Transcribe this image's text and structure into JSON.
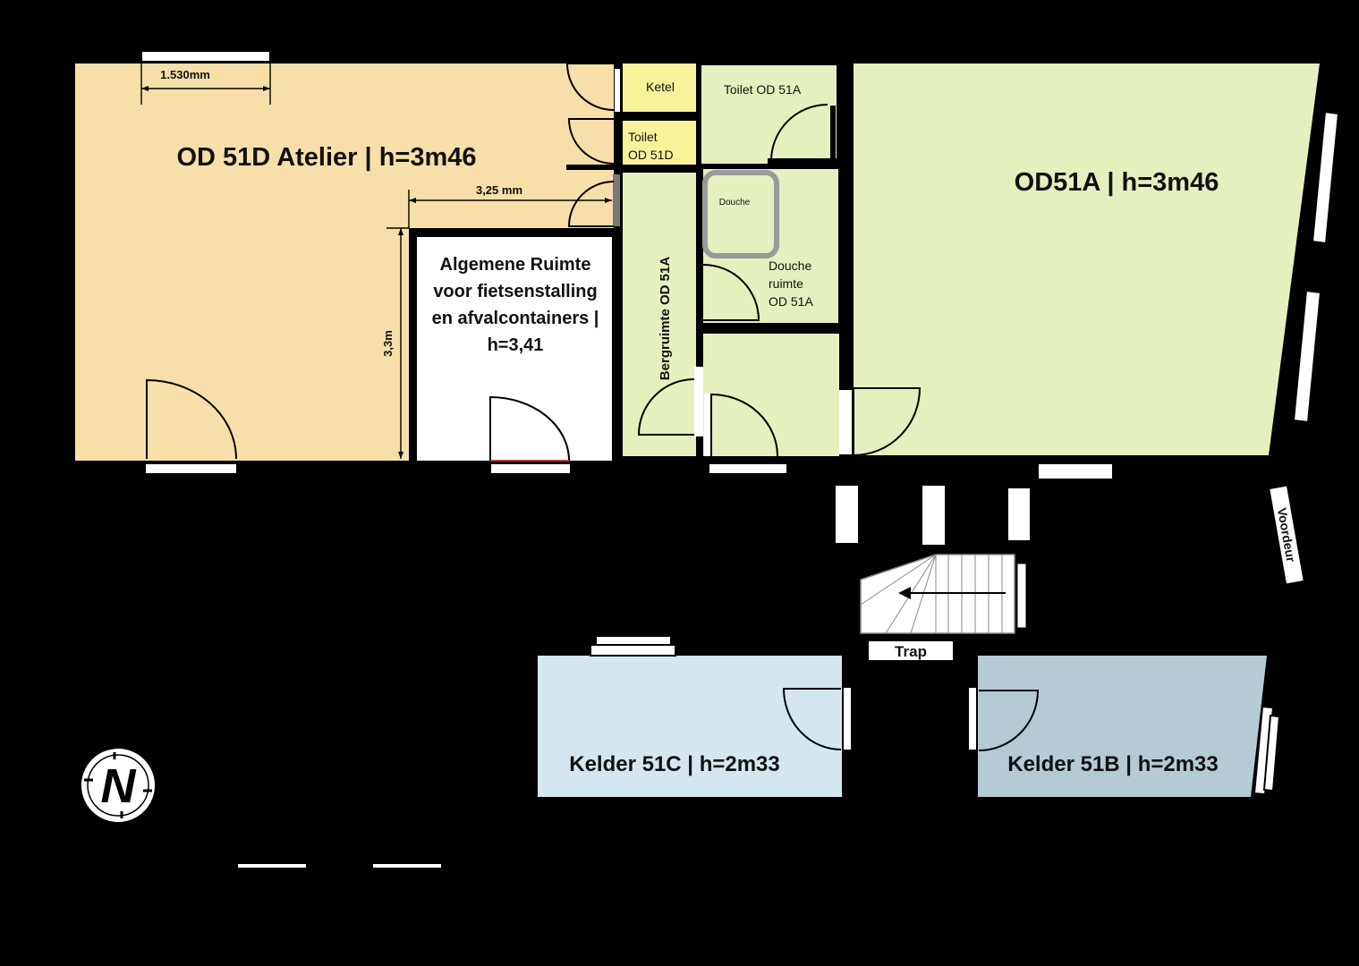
{
  "colors": {
    "background": "#000000",
    "atelier": "#f8dfa9",
    "od51a": "#e4f0bd",
    "ketel": "#f8f29a",
    "toilet_51d": "#f8f29a",
    "general_room": "#ffffff",
    "kelder_51c": "#d4e7ee",
    "kelder_51b": "#b4cbd4",
    "shower_tray": "#9a9a9a"
  },
  "rooms": {
    "atelier": "OD 51D Atelier | h=3m46",
    "od51a": "OD51A | h=3m46",
    "ketel": "Ketel",
    "toilet_51d_line1": "Toilet",
    "toilet_51d_line2": "OD 51D",
    "toilet_51a": "Toilet OD 51A",
    "douche": "Douche",
    "douche_ruimte_line1": "Douche",
    "douche_ruimte_line2": "ruimte",
    "douche_ruimte_line3": "OD 51A",
    "bergruimte": "Bergruimte OD 51A",
    "general_line1": "Algemene Ruimte",
    "general_line2": "voor fietsenstalling",
    "general_line3": "en afvalcontainers |",
    "general_line4": "h=3,41",
    "kelder_51c": "Kelder 51C | h=2m33",
    "kelder_51b": "Kelder 51B | h=2m33"
  },
  "dimensions": {
    "window_width": "1.530mm",
    "room_width": "3,25 mm",
    "room_depth": "3,3m"
  },
  "labels": {
    "trap": "Trap",
    "voordeur": "Voordeur",
    "north": "N"
  }
}
